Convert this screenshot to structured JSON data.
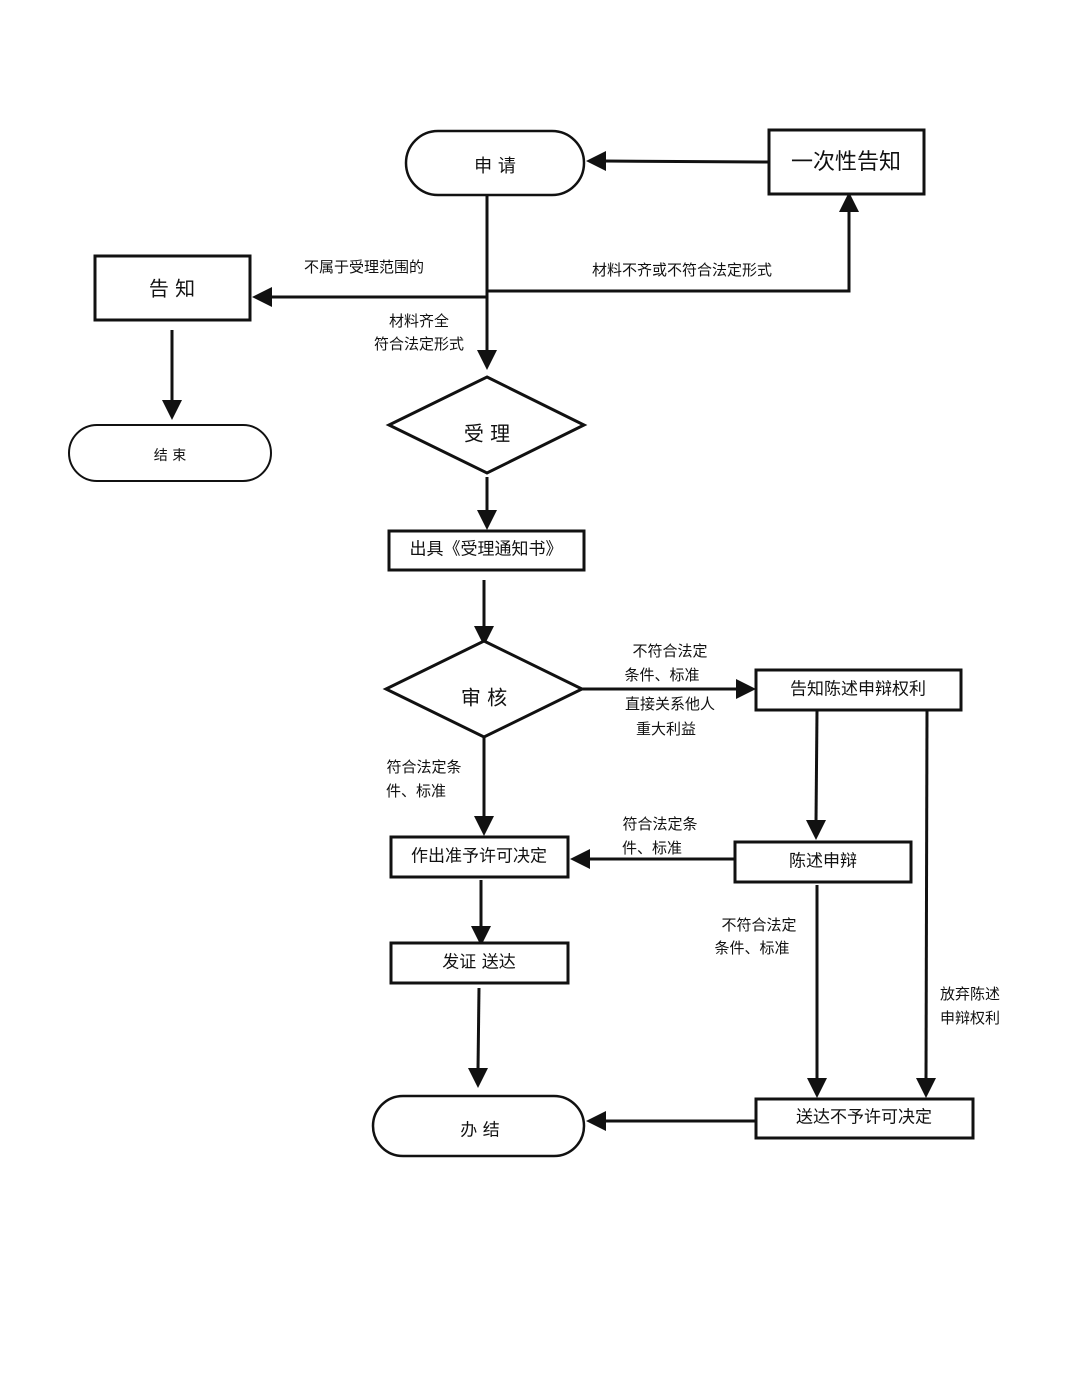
{
  "nodes": {
    "apply": "申 请",
    "one_time_notice": "一次性告知",
    "notice": "告 知",
    "end": "结 束",
    "accept": "受 理",
    "issue_notice": "出具《受理通知书》",
    "review": "审 核",
    "notify_rights": "告知陈述申辩权利",
    "grant_decision": "作出准予许可决定",
    "statement_defense": "陈述申辩",
    "issue_certificate": "发证 送达",
    "deny_decision": "送达不予许可决定",
    "complete": "办 结"
  },
  "edge_labels": {
    "not_in_scope": "不属于受理范围的",
    "incomplete_line1": "材料不齐或不符合法定形式",
    "complete_line1": "材料齐全",
    "complete_line2": "符合法定形式",
    "review_fail_line1": "不符合法定",
    "review_fail_line2": "条件、标准",
    "interest_line1": "直接关系他人",
    "interest_line2": "重大利益",
    "review_pass_line1": "符合法定条",
    "review_pass_line2": "件、标准",
    "defense_pass_line1": "符合法定条",
    "defense_pass_line2": "件、标准",
    "defense_fail_line1": "不符合法定",
    "defense_fail_line2": "条件、标准",
    "waive_line1": "放弃陈述",
    "waive_line2": "申辩权利"
  }
}
